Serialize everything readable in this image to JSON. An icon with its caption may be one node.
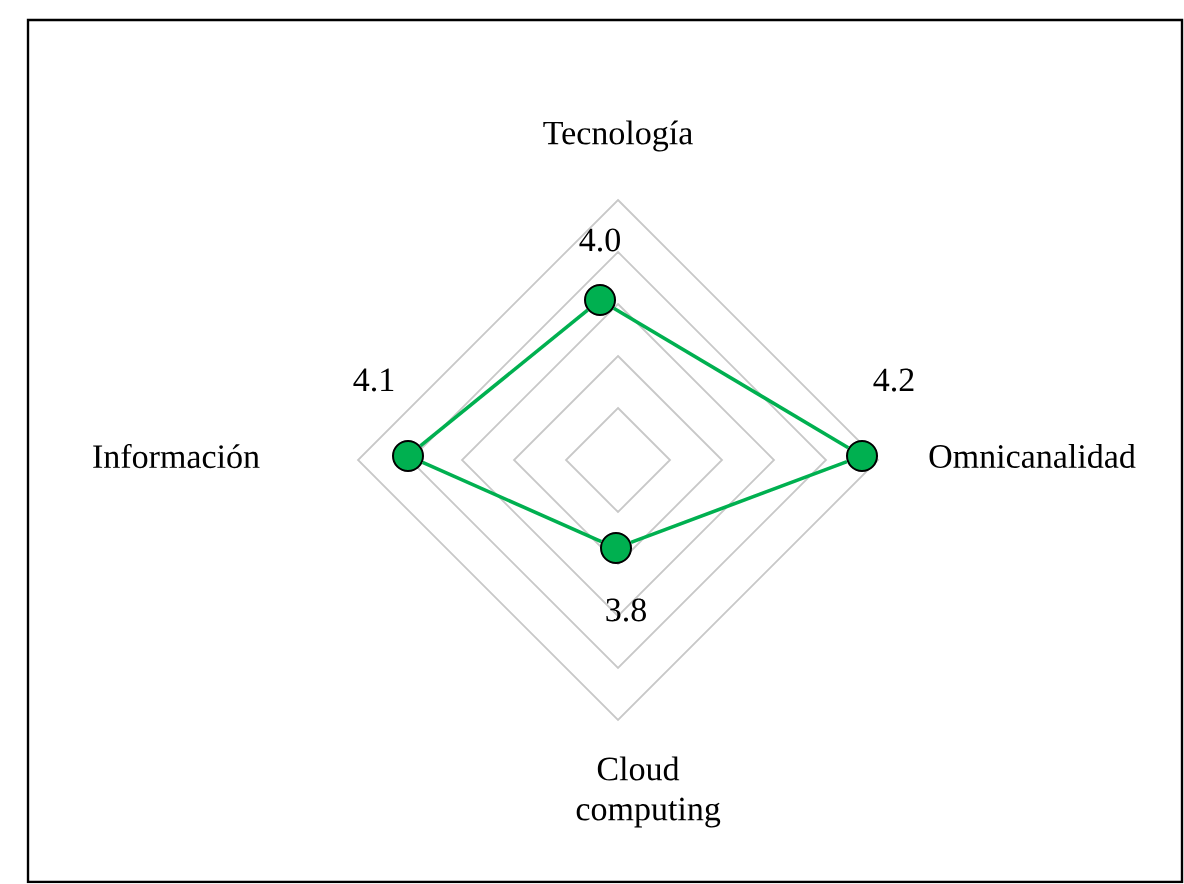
{
  "diagram": {
    "nodes": [
      {
        "text": [],
        "shape": "circle",
        "beside": [
          "4.0"
        ]
      },
      {
        "text": [],
        "shape": "circle",
        "beside": [
          "4.1"
        ]
      },
      {
        "text": [],
        "shape": "circle",
        "beside": [
          "4.2"
        ]
      },
      {
        "text": [],
        "shape": "circle",
        "beside": [
          "3.8"
        ]
      }
    ],
    "edges": [
      {
        "from": 0,
        "to": 2,
        "arrow": "none"
      },
      {
        "from": 2,
        "to": 3,
        "arrow": "none"
      },
      {
        "from": 3,
        "to": 1,
        "arrow": "none"
      },
      {
        "from": 1,
        "to": 0,
        "arrow": "none"
      }
    ],
    "labels": [
      "Tecnología",
      "Información",
      "Omnicanalidad",
      "Cloud computing"
    ]
  }
}
